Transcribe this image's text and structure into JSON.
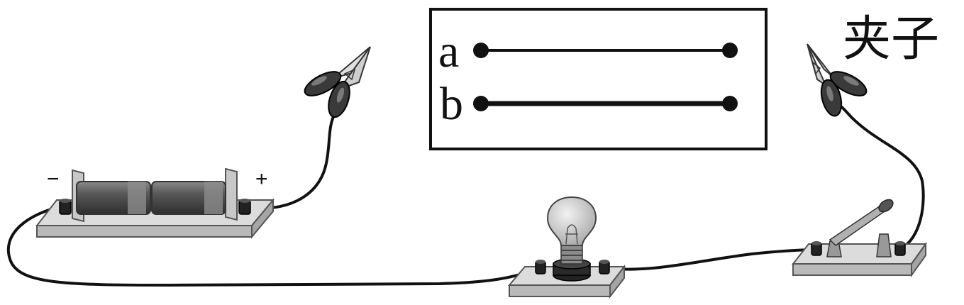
{
  "labels": {
    "clip": "夹子",
    "wire_a": "a",
    "wire_b": "b",
    "battery_negative": "−",
    "battery_positive": "+"
  },
  "colors": {
    "wire": "#111111",
    "board": "#dcdcdc",
    "battery_body": "#4a4a4a",
    "clip_grip": "#3a3a3a"
  }
}
